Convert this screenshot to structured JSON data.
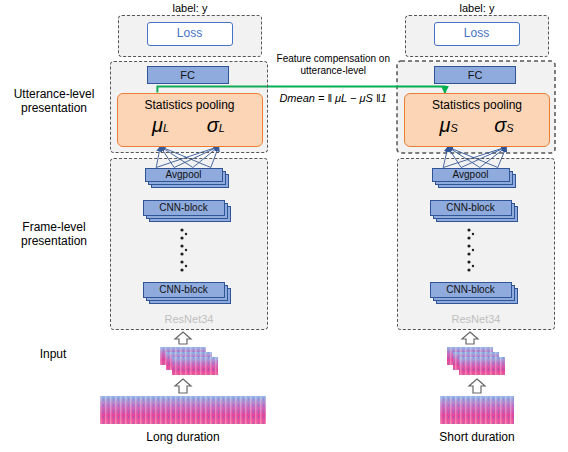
{
  "diagram": {
    "nodes": [
      {
        "text": [
          "label: y"
        ]
      },
      {
        "text": [
          "Loss"
        ],
        "in": 0
      },
      {
        "text": [
          "Utterance-level presentation"
        ]
      },
      {
        "text": [
          "FC"
        ],
        "in": 2
      },
      {
        "text": [
          "Statistics pooling",
          "μL",
          "σL"
        ],
        "in": 2
      },
      {
        "text": [
          "Frame-level presentation",
          "ResNet34"
        ]
      },
      {
        "text": [
          "Avgpool"
        ],
        "in": 5
      },
      {
        "text": [
          "CNN-block"
        ],
        "in": 5
      },
      {
        "text": [
          "CNN-block"
        ],
        "in": 5
      },
      {
        "text": [
          "label: y"
        ]
      },
      {
        "text": [
          "Loss"
        ],
        "in": 9
      },
      {
        "text": [
          "FC"
        ]
      },
      {
        "text": [
          "Statistics pooling",
          "μS",
          "σS"
        ]
      },
      {
        "text": [
          "ResNet34"
        ]
      },
      {
        "text": [
          "Avgpool"
        ],
        "in": 13
      },
      {
        "text": [
          "CNN-block"
        ],
        "in": 13
      },
      {
        "text": [
          "CNN-block"
        ],
        "in": 13
      }
    ],
    "edges": [
      {
        "from": 6,
        "to": 4,
        "arrow": "to"
      },
      {
        "from": 14,
        "to": 12,
        "arrow": "to"
      },
      {
        "from": 4,
        "to": 12,
        "arrow": "to",
        "label": "Feature compensation on utterance-level"
      }
    ],
    "labels": [
      "Dmean = ‖ μL − μS ‖1",
      "Input",
      "Long duration",
      "Short duration"
    ]
  }
}
